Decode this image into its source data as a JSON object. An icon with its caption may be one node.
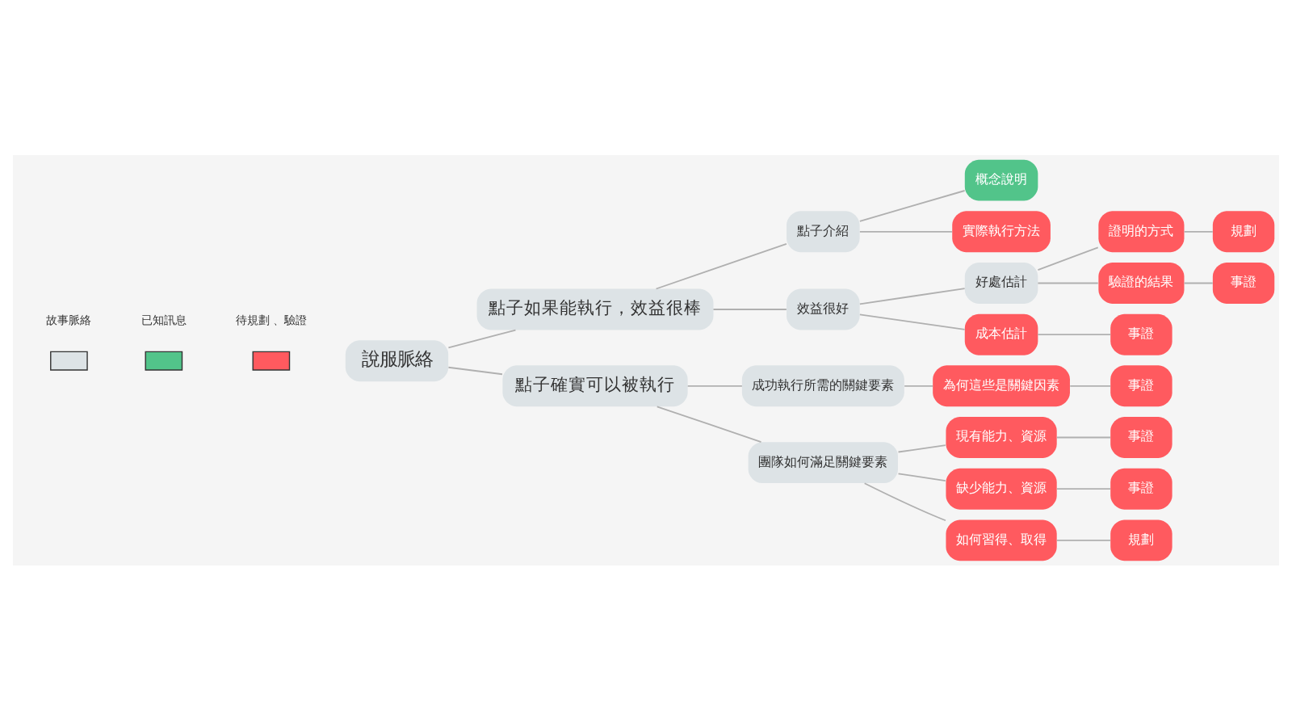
{
  "diagram": {
    "nodes": [
      {
        "text": [
          "說服脈絡"
        ]
      },
      {
        "text": [
          "點子如果能執行，效益很棒"
        ]
      },
      {
        "text": [
          "點子介紹"
        ]
      },
      {
        "text": [
          "概念說明"
        ]
      },
      {
        "text": [
          "實際執行方法"
        ]
      },
      {
        "text": [
          "效益很好"
        ]
      },
      {
        "text": [
          "好處估計"
        ]
      },
      {
        "text": [
          "證明的方式"
        ]
      },
      {
        "text": [
          "規劃"
        ]
      },
      {
        "text": [
          "驗證的結果"
        ]
      },
      {
        "text": [
          "事證"
        ]
      },
      {
        "text": [
          "成本估計"
        ]
      },
      {
        "text": [
          "事證"
        ]
      },
      {
        "text": [
          "點子確實可以被執行"
        ]
      },
      {
        "text": [
          "成功執行所需的關鍵要素"
        ]
      },
      {
        "text": [
          "為何這些是關鍵因素"
        ]
      },
      {
        "text": [
          "事證"
        ]
      },
      {
        "text": [
          "團隊如何滿足關鍵要素"
        ]
      },
      {
        "text": [
          "現有能力、資源"
        ]
      },
      {
        "text": [
          "事證"
        ]
      },
      {
        "text": [
          "缺少能力、資源"
        ]
      },
      {
        "text": [
          "事證"
        ]
      },
      {
        "text": [
          "如何習得、取得"
        ]
      },
      {
        "text": [
          "規劃"
        ]
      }
    ],
    "edges": [
      {
        "from": 0,
        "to": 1,
        "arrow": "none"
      },
      {
        "from": 1,
        "to": 2,
        "arrow": "none"
      },
      {
        "from": 2,
        "to": 3,
        "arrow": "none"
      },
      {
        "from": 2,
        "to": 4,
        "arrow": "none"
      },
      {
        "from": 1,
        "to": 5,
        "arrow": "none"
      },
      {
        "from": 5,
        "to": 6,
        "arrow": "none"
      },
      {
        "from": 6,
        "to": 7,
        "arrow": "none"
      },
      {
        "from": 7,
        "to": 8,
        "arrow": "none"
      },
      {
        "from": 6,
        "to": 9,
        "arrow": "none"
      },
      {
        "from": 9,
        "to": 10,
        "arrow": "none"
      },
      {
        "from": 5,
        "to": 11,
        "arrow": "none"
      },
      {
        "from": 11,
        "to": 12,
        "arrow": "none"
      },
      {
        "from": 0,
        "to": 13,
        "arrow": "none"
      },
      {
        "from": 13,
        "to": 14,
        "arrow": "none"
      },
      {
        "from": 14,
        "to": 15,
        "arrow": "none"
      },
      {
        "from": 15,
        "to": 16,
        "arrow": "none"
      },
      {
        "from": 13,
        "to": 17,
        "arrow": "none"
      },
      {
        "from": 17,
        "to": 18,
        "arrow": "none"
      },
      {
        "from": 18,
        "to": 19,
        "arrow": "none"
      },
      {
        "from": 17,
        "to": 20,
        "arrow": "none"
      },
      {
        "from": 20,
        "to": 21,
        "arrow": "none"
      },
      {
        "from": 17,
        "to": 22,
        "arrow": "none"
      },
      {
        "from": 22,
        "to": 23,
        "arrow": "none"
      }
    ],
    "legend": [
      {
        "text": "故事脈絡",
        "color": "#dde3e6"
      },
      {
        "text": "已知訊息",
        "color": "#52c48a"
      },
      {
        "text": "待規劃 、驗證",
        "color": "#ff5a5f"
      }
    ]
  }
}
